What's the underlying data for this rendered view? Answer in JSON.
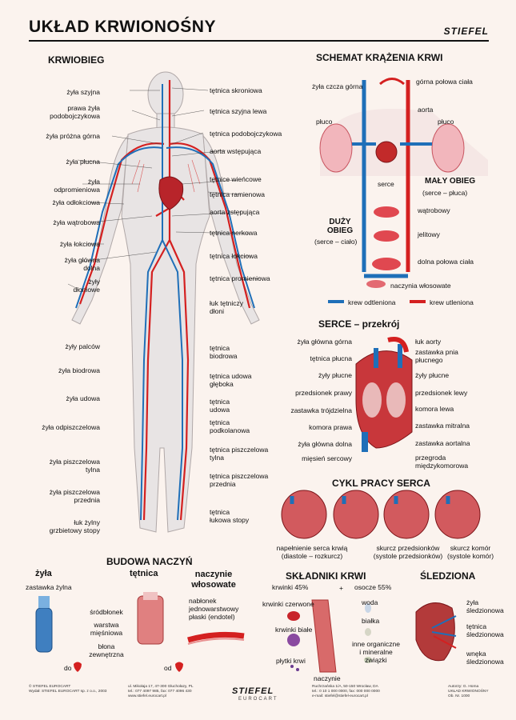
{
  "header": {
    "title": "UKŁAD KRWIONOŚNY",
    "brand": "STIEFEL"
  },
  "kriobieg": {
    "heading": "KRWIOBIEG",
    "left_labels": [
      "żyła szyjna",
      "prawa żyła\npodobojczykowa",
      "żyła próżna górna",
      "żyła płucna",
      "żyła\nodpromieniowa",
      "żyła odłokciowa",
      "żyła wątrobowa",
      "żyła łokciowa",
      "żyła główna\ndolna",
      "żyły\ndłoniowe",
      "żyły palców",
      "żyła biodrowa",
      "żyła udowa",
      "żyła odpiszczelowa",
      "żyła piszczelowa\ntylna",
      "żyła piszczelowa\nprzednia",
      "łuk żylny\ngrzbietowy stopy"
    ],
    "right_labels": [
      "tętnica skroniowa",
      "tętnica szyjna lewa",
      "tętnica podobojczykowa",
      "aorta wstępująca",
      "tętnice wieńcowe",
      "tętnica ramienowa",
      "aorta zstępująca",
      "tętnica nerkowa",
      "tętnica łokciowa",
      "tętnica promieniowa",
      "łuk tętniczy\ndłoni",
      "tętnica\nbiodrowa",
      "tętnica udowa\ngłęboka",
      "tętnica\nudowa",
      "tętnica\npodkolanowa",
      "tętnica piszczelowa\ntylna",
      "tętnica piszczelowa\nprzednia",
      "tętnica\nłukowa stopy"
    ]
  },
  "schemat": {
    "heading": "SCHEMAT KRĄŻENIA KRWI",
    "labels": {
      "vena_cava": "żyła czcza\ngórna",
      "upper_body": "górna połowa\nciała",
      "aorta": "aorta",
      "lung_left": "płuco",
      "lung_right": "płuco",
      "heart": "serce",
      "small_circ": "MAŁY OBIEG",
      "small_circ_sub": "(serce – płuca)",
      "big_circ": "DUŻY\nOBIEG",
      "big_circ_sub": "(serce – ciało)",
      "liver": "wątrobowy",
      "intestine": "jelitowy",
      "lower_body": "dolna połowa\nciała",
      "capillaries": "naczynia włosowate",
      "deox": "krew odtleniona",
      "ox": "krew utleniona"
    }
  },
  "serce": {
    "heading": "SERCE – przekrój",
    "left_labels": [
      "żyła główna górna",
      "tętnica płucna",
      "żyły płucne",
      "przedsionek prawy",
      "zastawka trójdzielna",
      "komora prawa",
      "żyła główna dolna",
      "mięsień sercowy"
    ],
    "right_labels": [
      "łuk aorty",
      "zastawka pnia\npłucnego",
      "żyły płucne",
      "przedsionek lewy",
      "komora lewa",
      "zastawka mitralna",
      "zastawka aortalna",
      "przegroda\nmiędzykomorowa"
    ]
  },
  "cykl": {
    "heading": "CYKL PRACY SERCA",
    "captions": [
      "napełnienie serca krwią\n(diastole – rozkurcz)",
      "skurcz przedsionków\n(systole przedsionków)",
      "skurcz komór\n(systole komór)"
    ]
  },
  "budowa": {
    "heading": "BUDOWA NACZYŃ",
    "vein": "żyła",
    "artery": "tętnica",
    "capillary": "naczynie\nwłosowate",
    "valve": "zastawka żylna",
    "layers": [
      "śródbłonek",
      "warstwa\nmięśniowa",
      "błona\nzewnętrzna"
    ],
    "cap_note": "nabłonek\njednowarstwowy\npłaski (endotel)",
    "to": "do",
    "from": "od"
  },
  "skladniki": {
    "heading": "SKŁADNIKI KRWI",
    "cells": "krwinki 45%",
    "plus": "+",
    "plasma": "osocze 55%",
    "red": "krwinki czerwone",
    "white": "krwinki białe",
    "platelets": "płytki krwi",
    "water": "woda",
    "protein": "białka",
    "other": "inne organiczne\ni mineralne związki",
    "vessel": "naczynie"
  },
  "sledziona": {
    "heading": "ŚLEDZIONA",
    "labels": [
      "żyła\nśledzionowa",
      "tętnica\nśledzionowa",
      "wnęka\nśledzionowa"
    ]
  },
  "footer": {
    "col1": "© STIEFEL EUROCART\nWydał: STIEFEL EUROCART sp. z o.o., 2003",
    "col2": "ul. Mikołaja 17, 47-300 Głuchołazy, PL\ntel.: 077 4097 985, fax: 077 4096 430\nwww.stiefel.eurocart.pl",
    "brand": "STIEFEL",
    "brand2": "EUROCART",
    "col3": "Ruchrzańska 1/A, 50-150 Wrocław, DA\ntel.: 0 10 1 000 0000, fax: 000 000 0000\ne-mail: stiefel@stiefel-eurocart.pl",
    "col4": "Autorzy: G. Homa\nUKŁAD KRWIONOŚNY\nOb. Nr. 1000"
  },
  "colors": {
    "artery": "#d42020",
    "vein": "#1f6fb8",
    "heart": "#b8242a",
    "bg": "#fbf3ee"
  }
}
